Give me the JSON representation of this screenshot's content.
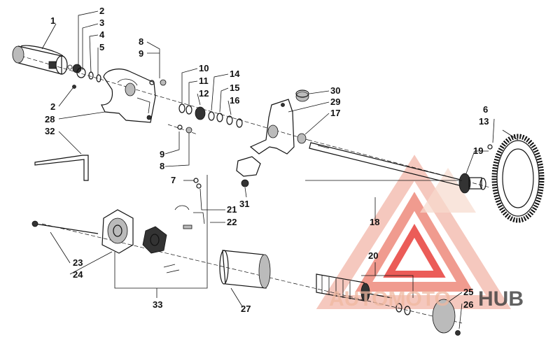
{
  "callouts": {
    "c1": "1",
    "c2a": "2",
    "c2b": "2",
    "c3": "3",
    "c4": "4",
    "c5": "5",
    "c6": "6",
    "c7": "7",
    "c8a": "8",
    "c8b": "8",
    "c9a": "9",
    "c9b": "9",
    "c10": "10",
    "c11": "11",
    "c12": "12",
    "c13": "13",
    "c14": "14",
    "c15": "15",
    "c16": "16",
    "c17": "17",
    "c18": "18",
    "c19": "19",
    "c20": "20",
    "c21": "21",
    "c22": "22",
    "c23": "23",
    "c24": "24",
    "c25": "25",
    "c26": "26",
    "c27": "27",
    "c28": "28",
    "c29": "29",
    "c30": "30",
    "c31": "31",
    "c32": "32",
    "c33": "33"
  },
  "watermark": {
    "part1": "AUTOMOTO",
    "part2": "HUB",
    "color_primary": "#e8403c",
    "color_secondary": "#f2c6b0",
    "color_dark": "#3a3a3a"
  }
}
